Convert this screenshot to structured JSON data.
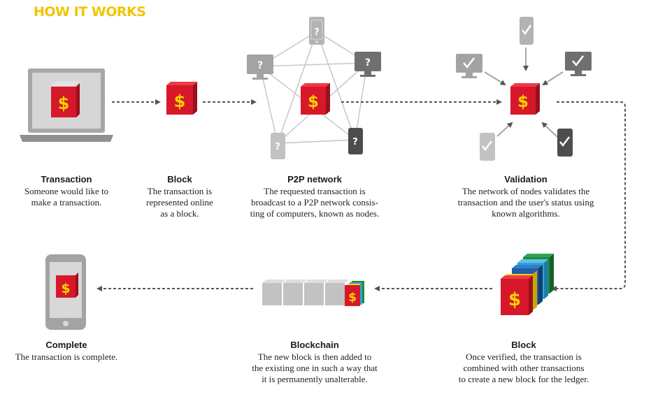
{
  "title": "HOW IT WORKS",
  "icons": {
    "currency": "$",
    "unknown": "?",
    "validated": "check"
  },
  "colors": {
    "accent": "#f2c400",
    "block_red": "#d7182a",
    "dollar_yellow": "#f6d200",
    "arrow": "#555555"
  },
  "steps": [
    {
      "id": "transaction",
      "heading": "Transaction",
      "text": "Someone would like to\nmake a transaction."
    },
    {
      "id": "block",
      "heading": "Block",
      "text": "The transaction is\nrepresented online\nas a block."
    },
    {
      "id": "p2p",
      "heading": "P2P network",
      "text": "The requested transaction is\nbroadcast to a P2P network consis-\nting of computers, known as nodes."
    },
    {
      "id": "validation",
      "heading": "Validation",
      "text": "The network of nodes validates the\ntransaction and the user's status using\nknown algorithms."
    },
    {
      "id": "block2",
      "heading": "Block",
      "text": "Once verified, the transaction is\ncombined with other transactions\nto create a new block for the ledger."
    },
    {
      "id": "blockchain",
      "heading": "Blockchain",
      "text": "The new block is then added to\nthe existing one in such a way that\nit is permanently unalterable."
    },
    {
      "id": "complete",
      "heading": "Complete",
      "text": "The transaction is complete."
    }
  ]
}
